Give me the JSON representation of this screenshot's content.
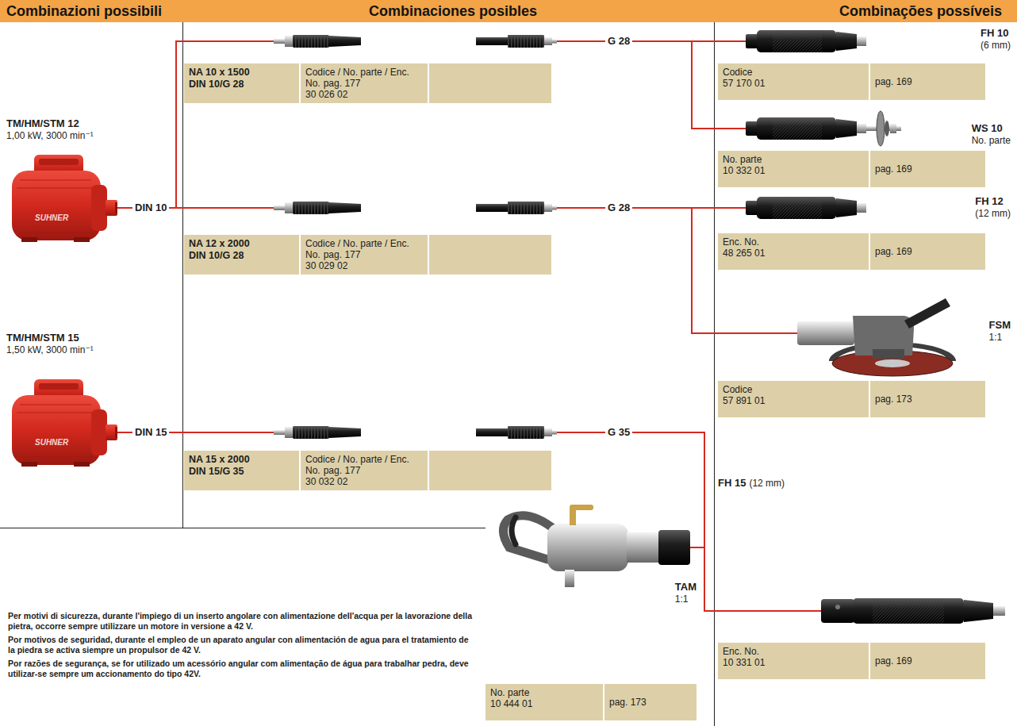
{
  "diagram": {
    "nodes": [
      {
        "text": [
          "TM/HM/STM 12",
          "1,00 kW, 3000 min⁻¹"
        ]
      },
      {
        "text": [
          "TM/HM/STM 15",
          "1,50 kW, 3000 min⁻¹"
        ]
      },
      {
        "text": [
          "NA 10 x 1500",
          "DIN 10/G 28",
          "Codice / No. parte / Enc. No.",
          "pag. 177",
          "30 026 02"
        ]
      },
      {
        "text": [
          "NA 12 x 2000",
          "DIN 10/G 28",
          "Codice / No. parte / Enc. No.",
          "pag. 177",
          "30 029 02"
        ]
      },
      {
        "text": [
          "NA 15 x 2000",
          "DIN 15/G 35",
          "Codice / No. parte / Enc. No.",
          "pag. 177",
          "30 032 02"
        ]
      },
      {
        "text": [
          "FH 10",
          "(6 mm)",
          "Codice",
          "57 170 01",
          "pag. 169"
        ]
      },
      {
        "text": [
          "WS 10",
          "No. parte",
          "10 332 01",
          "pag. 169"
        ]
      },
      {
        "text": [
          "FH 12",
          "(12 mm)",
          "Enc. No.",
          "48 265 01",
          "pag. 169"
        ]
      },
      {
        "text": [
          "FSM",
          "1:1",
          "Codice",
          "57 891 01",
          "pag. 173"
        ]
      },
      {
        "text": [
          "FH 15",
          "(12 mm)",
          "Enc. No.",
          "10 331 01",
          "pag. 169"
        ]
      },
      {
        "text": [
          "TAM",
          "1:1",
          "No. parte",
          "10 444 01",
          "pag. 173"
        ]
      }
    ],
    "edges": [
      {
        "from": 0,
        "to": 2,
        "arrow": "none"
      },
      {
        "from": 0,
        "to": 3,
        "arrow": "none"
      },
      {
        "from": 1,
        "to": 4,
        "arrow": "none"
      },
      {
        "from": 2,
        "to": 5,
        "arrow": "none"
      },
      {
        "from": 2,
        "to": 6,
        "arrow": "none"
      },
      {
        "from": 3,
        "to": 7,
        "arrow": "none"
      },
      {
        "from": 3,
        "to": 8,
        "arrow": "none"
      },
      {
        "from": 4,
        "to": 9,
        "arrow": "none"
      },
      {
        "from": 4,
        "to": 10,
        "arrow": "none"
      }
    ],
    "labels": [
      "Combinazioni possibili",
      "Combinaciones posibles",
      "Combinações possíveis",
      "SUHNER",
      "DIN 10",
      "SUHNER",
      "DIN 15",
      "G 28",
      "G 28",
      "G 35",
      "Per motivi di sicurezza, durante l'impiego di un inserto angolare con alimentazione dell'acqua per la lavorazione della pietra, occorre sempre utilizzare un motore in versione a 42 V.",
      "Por motivos de seguridad, durante el empleo de un aparato angular con alimentación de agua para el tratamiento de la piedra se activa siempre un propulsor de 42 V.",
      "Por razões de segurança, se for utilizado um acessório angular com alimentação de água para trabalhar pedra, deve utilizar-se sempre um accionamento do tipo 42V."
    ]
  }
}
